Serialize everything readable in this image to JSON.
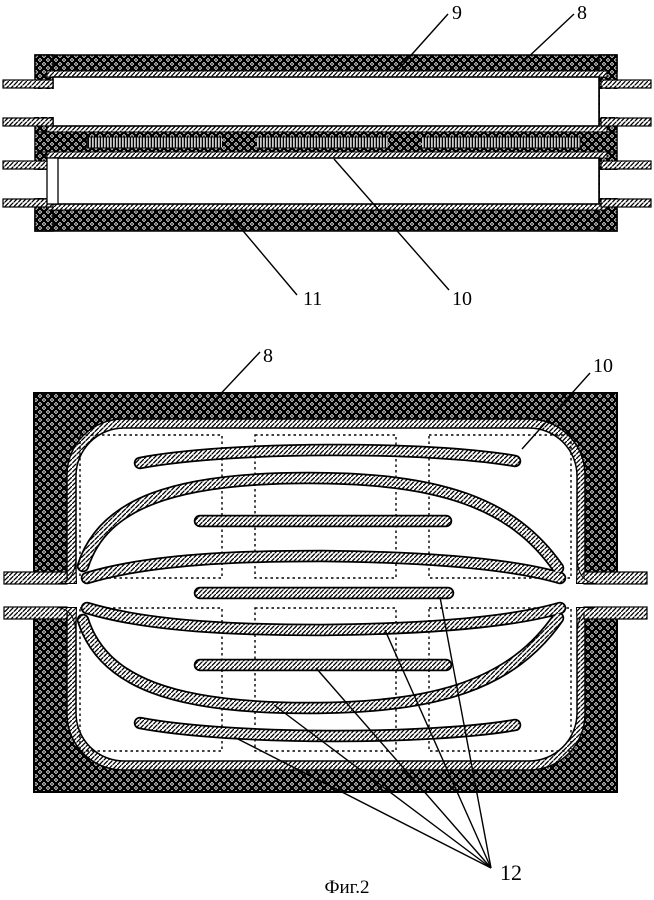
{
  "figure": {
    "caption": "Фиг.2",
    "section_view": {
      "callouts": {
        "c9": "9",
        "c8": "8",
        "c11": "11",
        "c10": "10"
      }
    },
    "plan_view": {
      "callouts": {
        "c8": "8",
        "c10": "10",
        "c12": "12"
      }
    }
  },
  "colors": {
    "ink": "#000000",
    "paper": "#ffffff"
  }
}
